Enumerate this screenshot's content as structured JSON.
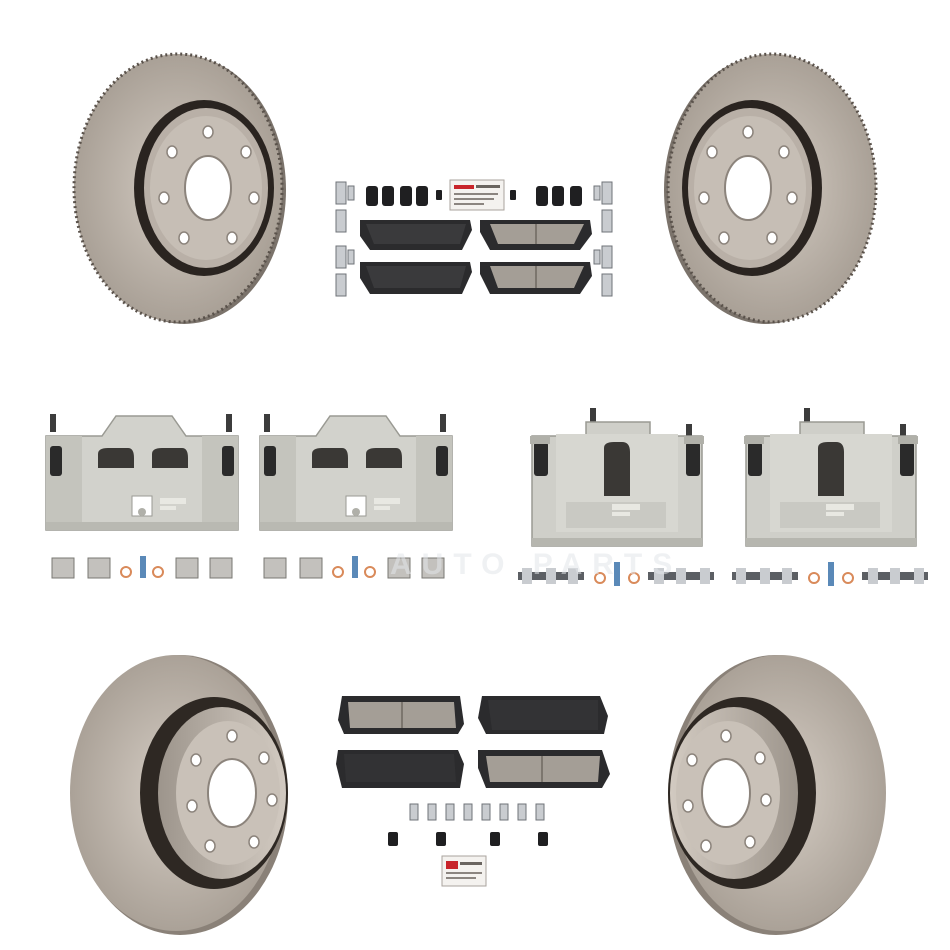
{
  "scene": {
    "description_items": [
      "front-rotor",
      "front-pad-set",
      "front-caliper-pair",
      "rear-caliper-pair",
      "rear-rotor",
      "rear-pad-set"
    ],
    "colors": {
      "background": "#ffffff",
      "rotor_steel": "#bdb4ab",
      "rotor_edge": "#8f867d",
      "rotor_vent": "#2a2420",
      "caliper_zinc": "#d2d2cc",
      "caliper_shade": "#a8a8a1",
      "pad_backing": "#2b2b2d",
      "pad_friction": "#9a948d",
      "bleeder_blue": "#5a89b8",
      "washer_copper": "#d98a5a",
      "grease_red": "#c8242a"
    }
  },
  "watermark": {
    "text": "AUTO PARTS"
  }
}
